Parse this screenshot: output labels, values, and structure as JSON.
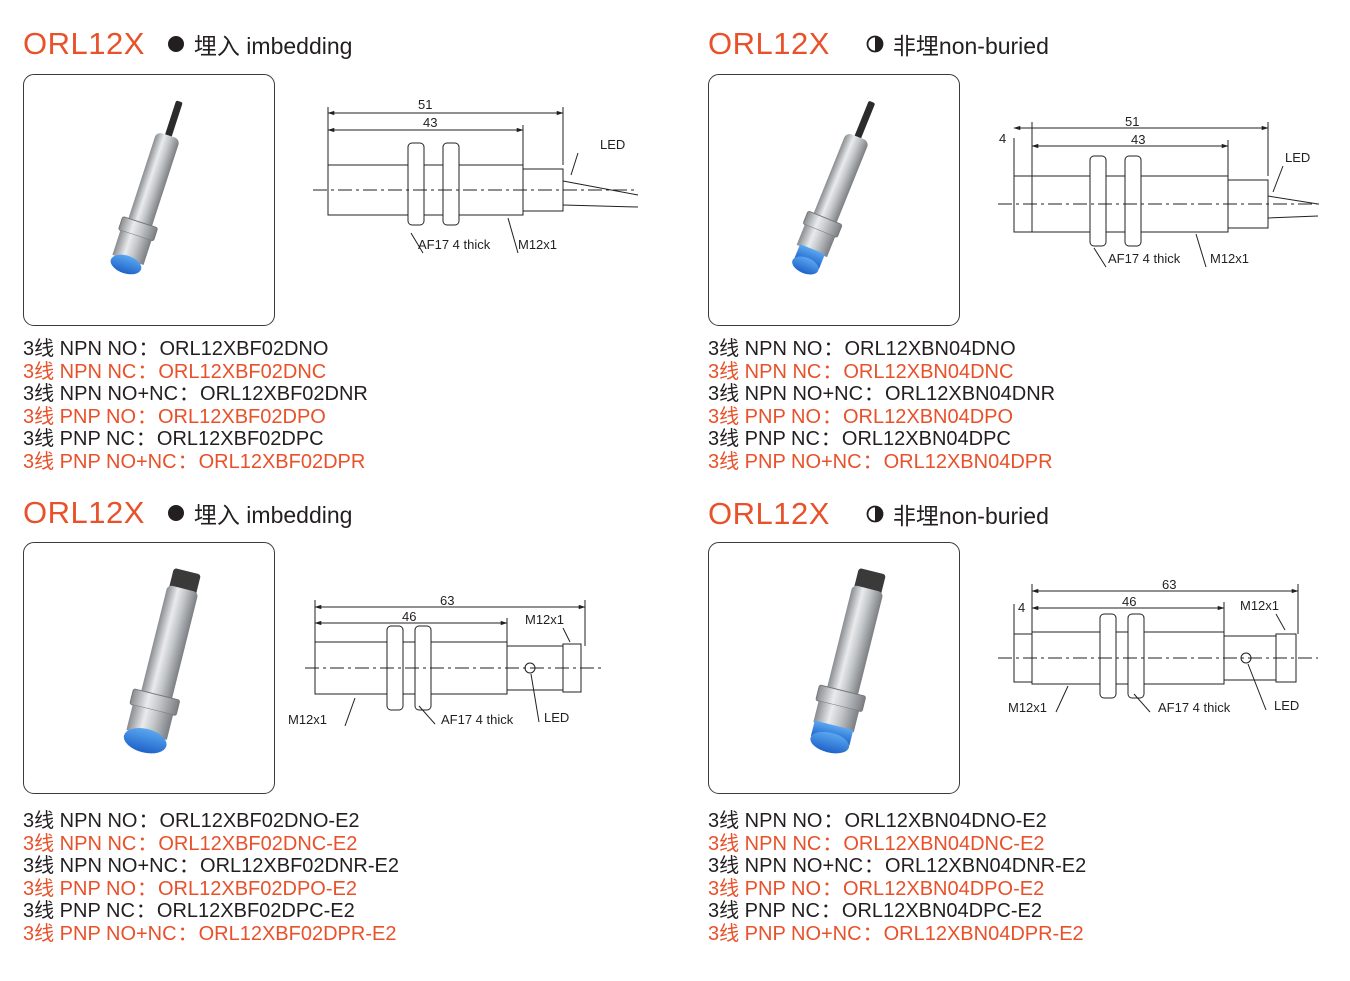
{
  "colors": {
    "accent": "#e8512a",
    "text": "#231f20"
  },
  "panels": [
    {
      "model": "ORL12X",
      "mode_icon": "filled-circle-icon",
      "mode_label": "埋入 imbedding",
      "dims": {
        "overall": "51",
        "body": "43",
        "nut": "AF17  4 thick",
        "thread": "M12x1",
        "led": "LED"
      },
      "specs": [
        {
          "label": "3线 NPN NO",
          "code": "ORL12XBF02DNO"
        },
        {
          "label": "3线 NPN NC",
          "code": "ORL12XBF02DNC"
        },
        {
          "label": "3线 NPN NO+NC",
          "code": "ORL12XBF02DNR"
        },
        {
          "label": "3线 PNP NO",
          "code": "ORL12XBF02DPO"
        },
        {
          "label": "3线 PNP NC",
          "code": "ORL12XBF02DPC"
        },
        {
          "label": "3线 PNP NO+NC",
          "code": "ORL12XBF02DPR"
        }
      ]
    },
    {
      "model": "ORL12X",
      "mode_icon": "half-circle-icon",
      "mode_label": "非埋non-buried",
      "dims": {
        "offset": "4",
        "overall": "51",
        "body": "43",
        "nut": "AF17  4 thick",
        "thread": "M12x1",
        "led": "LED"
      },
      "specs": [
        {
          "label": "3线 NPN NO",
          "code": "ORL12XBN04DNO"
        },
        {
          "label": "3线 NPN NC",
          "code": "ORL12XBN04DNC"
        },
        {
          "label": "3线 NPN NO+NC",
          "code": "ORL12XBN04DNR"
        },
        {
          "label": "3线 PNP NO",
          "code": "ORL12XBN04DPO"
        },
        {
          "label": "3线 PNP NC",
          "code": "ORL12XBN04DPC"
        },
        {
          "label": "3线 PNP NO+NC",
          "code": "ORL12XBN04DPR"
        }
      ]
    },
    {
      "model": "ORL12X",
      "mode_icon": "filled-circle-icon",
      "mode_label": "埋入 imbedding",
      "dims": {
        "overall": "63",
        "body": "46",
        "nut": "AF17 4 thick",
        "thread": "M12x1",
        "thread2": "M12x1",
        "led": "LED"
      },
      "specs": [
        {
          "label": "3线 NPN NO",
          "code": "ORL12XBF02DNO-E2"
        },
        {
          "label": "3线 NPN NC",
          "code": "ORL12XBF02DNC-E2"
        },
        {
          "label": "3线 NPN NO+NC",
          "code": "ORL12XBF02DNR-E2"
        },
        {
          "label": "3线 PNP NO",
          "code": "ORL12XBF02DPO-E2"
        },
        {
          "label": "3线 PNP NC",
          "code": "ORL12XBF02DPC-E2"
        },
        {
          "label": "3线 PNP NO+NC",
          "code": "ORL12XBF02DPR-E2"
        }
      ]
    },
    {
      "model": "ORL12X",
      "mode_icon": "half-circle-icon",
      "mode_label": "非埋non-buried",
      "dims": {
        "offset": "4",
        "overall": "63",
        "body": "46",
        "nut": "AF17 4 thick",
        "thread": "M12x1",
        "thread2": "M12x1",
        "led": "LED"
      },
      "specs": [
        {
          "label": "3线 NPN NO",
          "code": "ORL12XBN04DNO-E2"
        },
        {
          "label": "3线 NPN NC",
          "code": "ORL12XBN04DNC-E2"
        },
        {
          "label": "3线 NPN NO+NC",
          "code": "ORL12XBN04DNR-E2"
        },
        {
          "label": "3线 PNP NO",
          "code": "ORL12XBN04DPO-E2"
        },
        {
          "label": "3线 PNP NC",
          "code": "ORL12XBN04DPC-E2"
        },
        {
          "label": "3线 PNP NO+NC",
          "code": "ORL12XBN04DPR-E2"
        }
      ]
    }
  ]
}
